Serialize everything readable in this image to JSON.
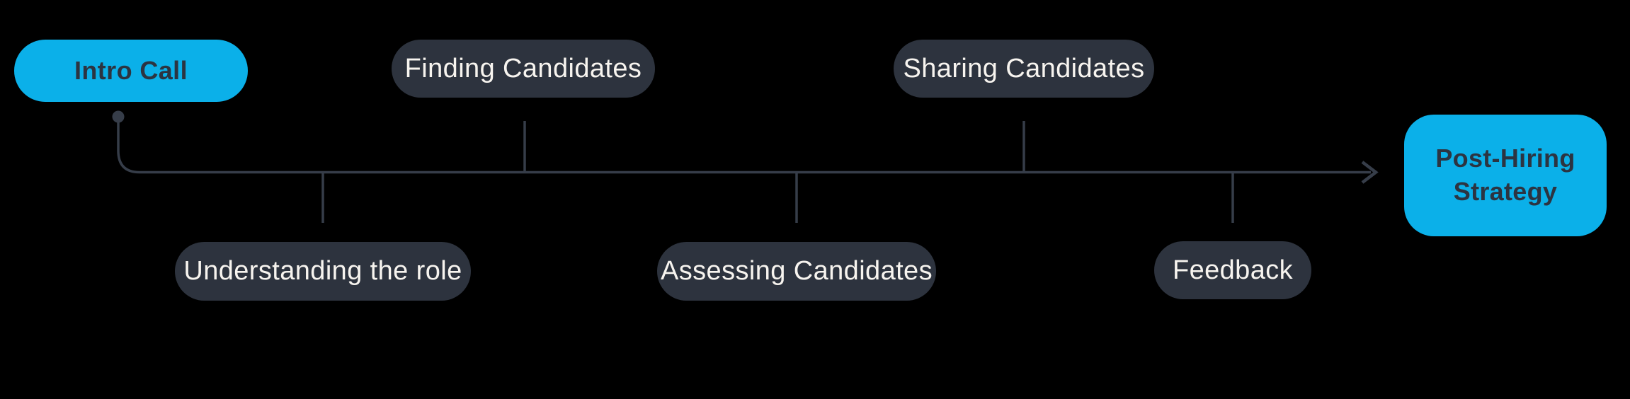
{
  "colors": {
    "background": "#000000",
    "accent": "#0BB0E9",
    "accent-text": "#2C3441",
    "node": "#2D333E",
    "node-text": "#F7F4EF",
    "line": "#363D49"
  },
  "timeline": {
    "start": {
      "label": "Intro Call"
    },
    "above": [
      {
        "label": "Finding Candidates"
      },
      {
        "label": "Sharing Candidates"
      }
    ],
    "below": [
      {
        "label": "Understanding the role"
      },
      {
        "label": "Assessing Candidates"
      },
      {
        "label": "Feedback"
      }
    ],
    "end": {
      "label": "Post-Hiring\nStrategy"
    }
  }
}
